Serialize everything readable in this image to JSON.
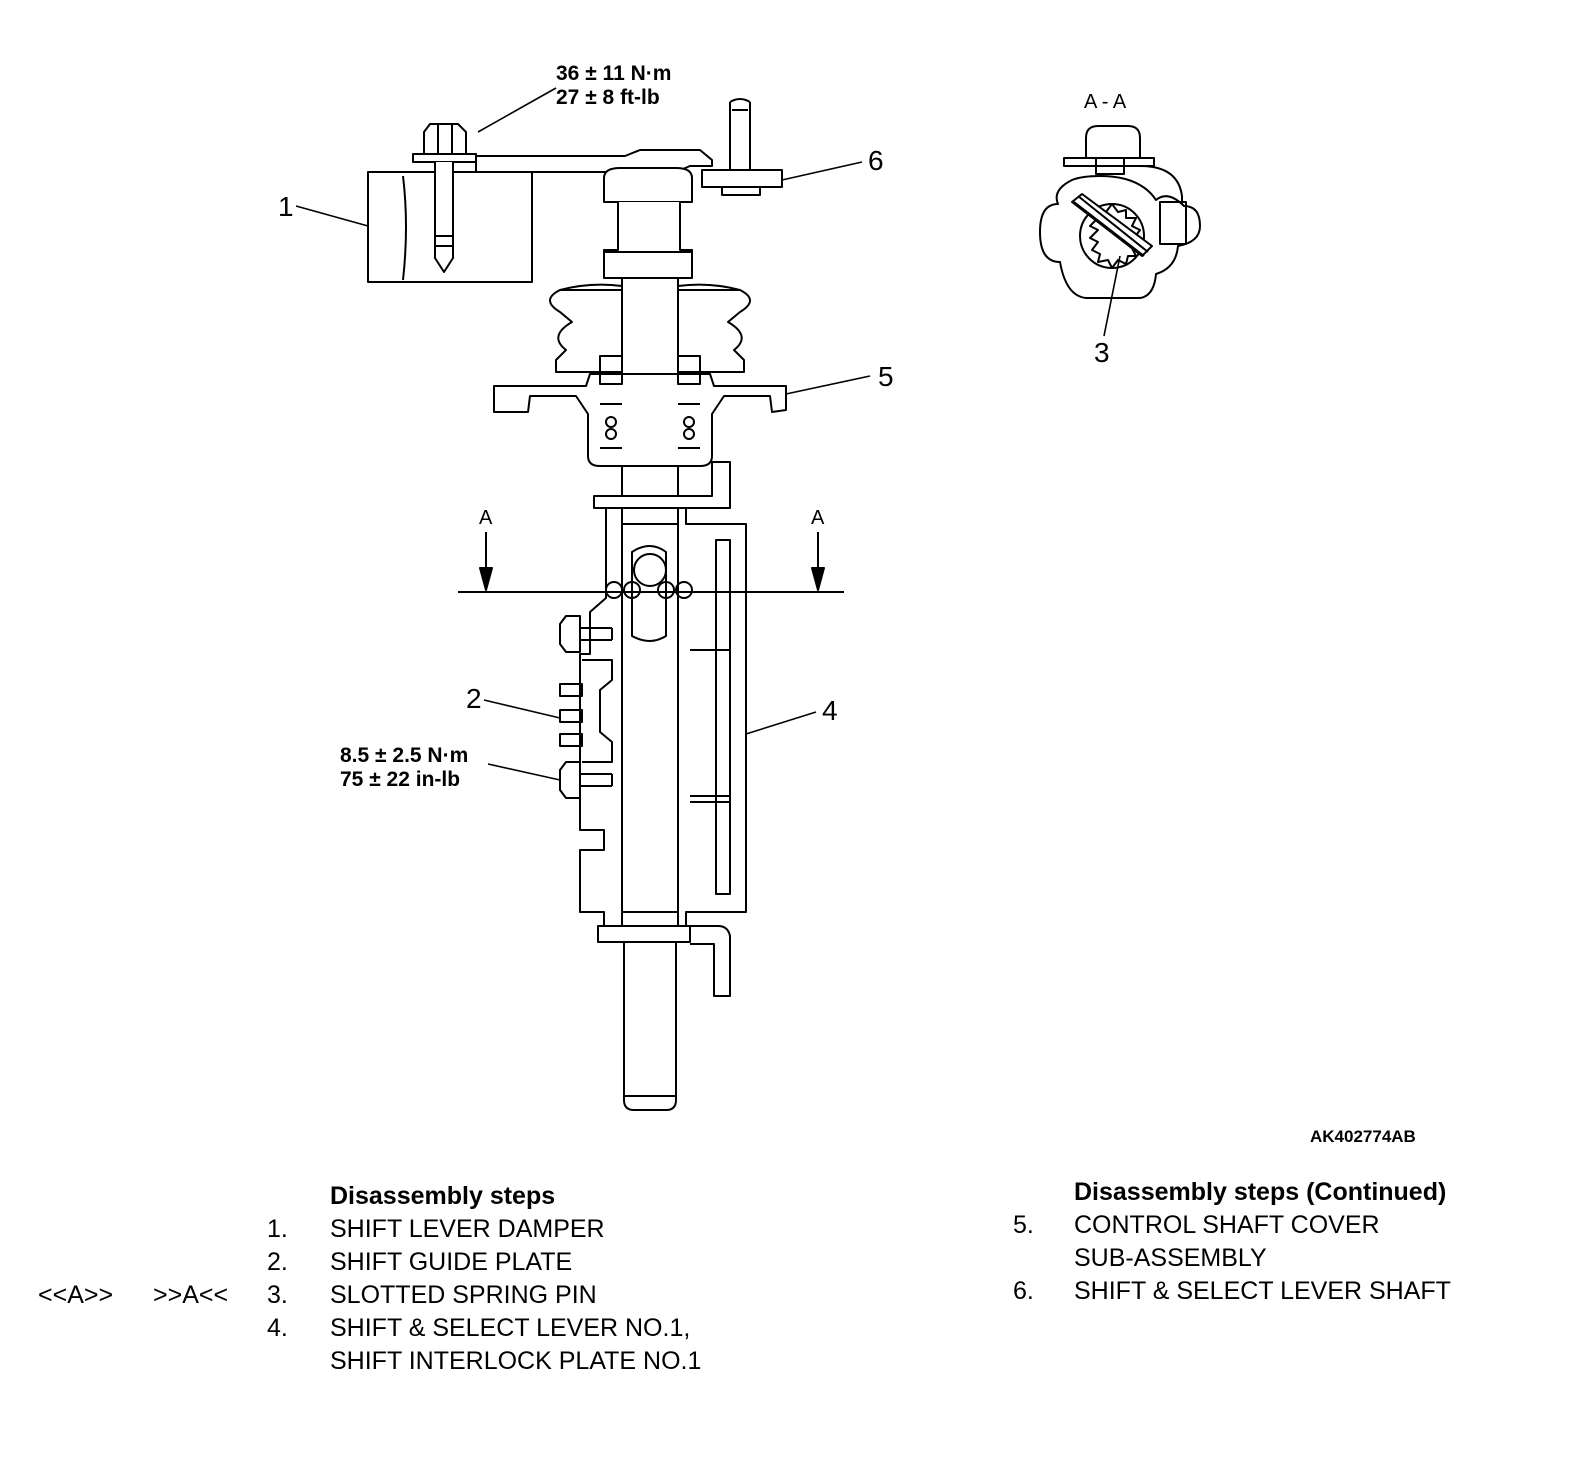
{
  "torque_top": {
    "metric": "36 ± 11 N·m",
    "imperial": "27 ± 8 ft-lb"
  },
  "torque_mid": {
    "metric": "8.5 ± 2.5 N·m",
    "imperial": "75 ± 22 in-lb"
  },
  "callouts": {
    "c1": "1",
    "c2": "2",
    "c3": "3",
    "c4": "4",
    "c5": "5",
    "c6": "6"
  },
  "section": {
    "view_title": "A - A",
    "left_arrow": "A",
    "right_arrow": "A"
  },
  "figure_code": "AK402774AB",
  "steps_left": {
    "heading": "Disassembly steps",
    "items": [
      {
        "num": "1.",
        "text": "SHIFT LEVER DAMPER"
      },
      {
        "num": "2.",
        "text": "SHIFT GUIDE PLATE"
      },
      {
        "num": "3.",
        "text": "SLOTTED SPRING PIN",
        "mark_removal": "<<A>>",
        "mark_install": ">>A<<"
      },
      {
        "num": "4.",
        "text": "SHIFT & SELECT LEVER NO.1,",
        "text2": "SHIFT INTERLOCK PLATE NO.1"
      }
    ]
  },
  "steps_right": {
    "heading": "Disassembly steps (Continued)",
    "items": [
      {
        "num": "5.",
        "text": "CONTROL SHAFT COVER",
        "text2": "SUB-ASSEMBLY"
      },
      {
        "num": "6.",
        "text": "SHIFT & SELECT LEVER SHAFT"
      }
    ]
  }
}
